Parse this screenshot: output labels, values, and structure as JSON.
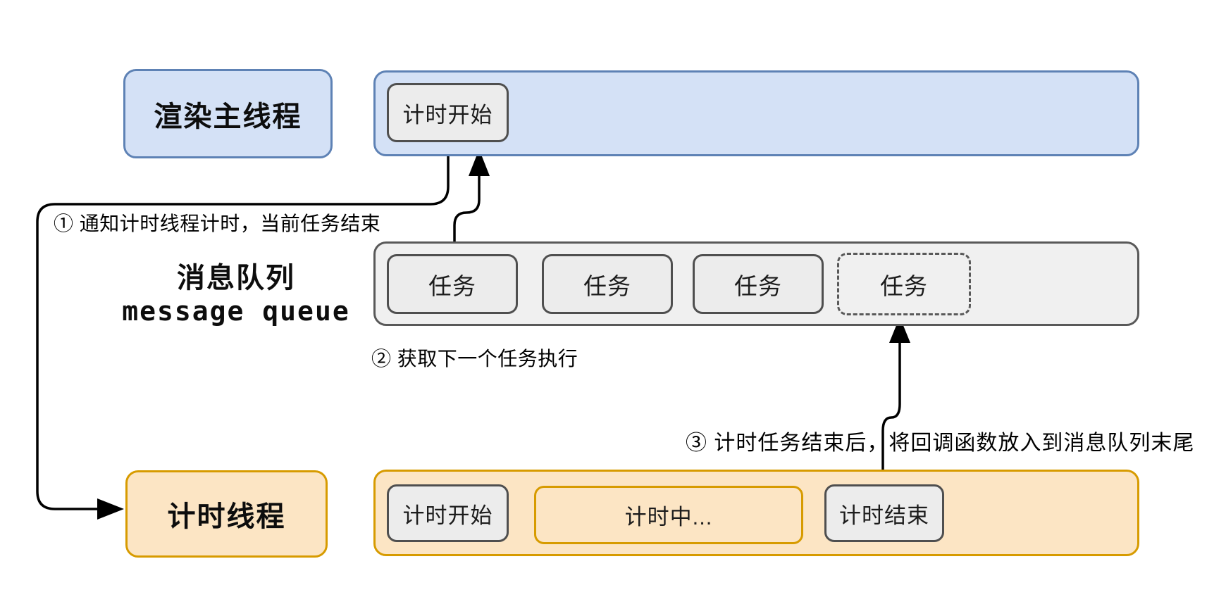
{
  "diagram_title": "setTimeout / timer thread message-queue flow",
  "colors": {
    "blue_fill": "#d4e1f6",
    "blue_border": "#5e82b5",
    "orange_fill": "#fce5c4",
    "orange_border": "#d79b00",
    "gray_bar_fill": "#f0f0f0",
    "gray_box_fill": "#ececec",
    "gray_border": "#595959",
    "line": "#000000"
  },
  "rows": {
    "render_thread": {
      "label": "渲染主线程",
      "timeline_boxes": [
        {
          "label": "计时开始"
        }
      ]
    },
    "message_queue": {
      "label_cn": "消息队列",
      "label_en": "message queue",
      "tasks": [
        {
          "label": "任务",
          "style": "solid"
        },
        {
          "label": "任务",
          "style": "solid"
        },
        {
          "label": "任务",
          "style": "solid"
        },
        {
          "label": "任务",
          "style": "dashed"
        }
      ]
    },
    "timer_thread": {
      "label": "计时线程",
      "timeline_boxes": [
        {
          "label": "计时开始"
        },
        {
          "label": "计时中..."
        },
        {
          "label": "计时结束"
        }
      ]
    }
  },
  "annotations": [
    {
      "id": "1",
      "text": "① 通知计时线程计时，当前任务结束"
    },
    {
      "id": "2",
      "text": "② 获取下一个任务执行"
    },
    {
      "id": "3",
      "text": "③ 计时任务结束后，将回调函数放入到消息队列末尾"
    }
  ]
}
